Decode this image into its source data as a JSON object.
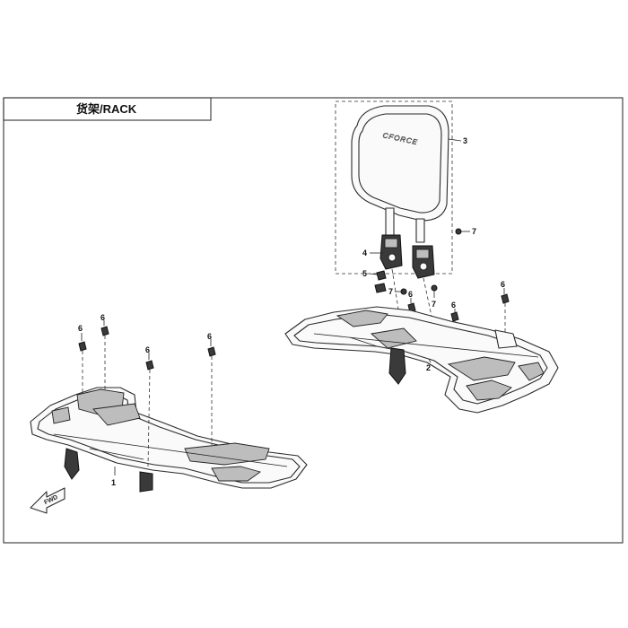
{
  "title": {
    "text": "货架/RACK"
  },
  "brand_text": "CFORCE",
  "fwd_text": "FWD",
  "callouts": {
    "c1": "1",
    "c2": "2",
    "c3": "3",
    "c4": "4",
    "c5": "5",
    "c6a": "6",
    "c6b": "6",
    "c6c": "6",
    "c6d": "6",
    "c6e": "6",
    "c6f": "6",
    "c6g": "6",
    "c7a": "7",
    "c7b": "7",
    "c7c": "7"
  }
}
